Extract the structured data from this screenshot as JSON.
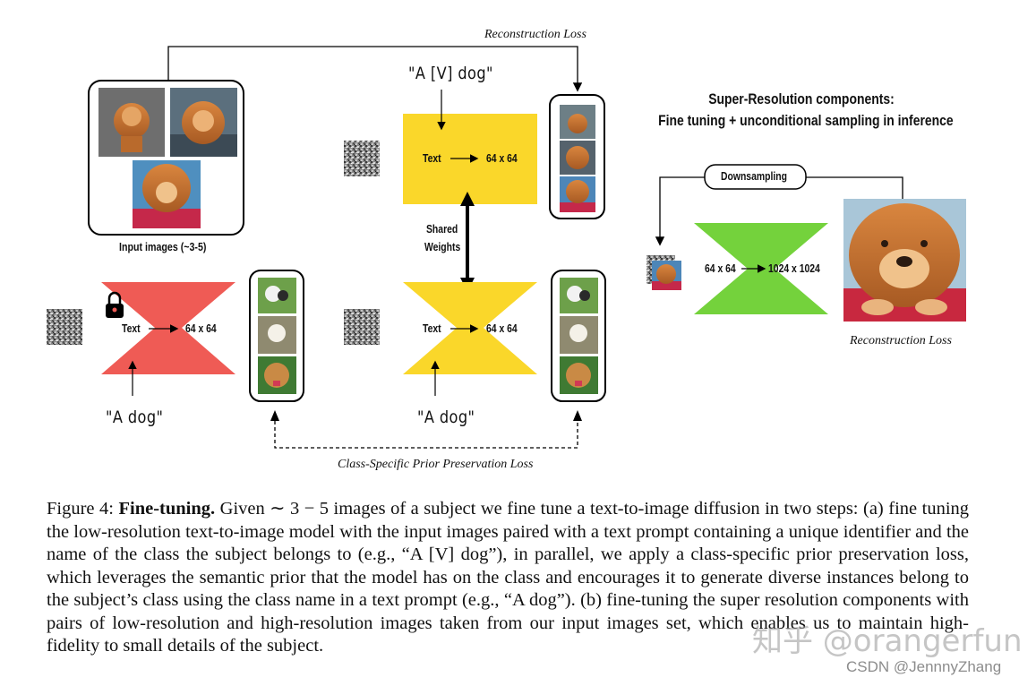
{
  "diagram": {
    "top_loss_label": "Reconstruction Loss",
    "input_images_label": "Input images (~3-5)",
    "prompt_av_dog": "\"A [V] dog\"",
    "prompt_a_dog_left": "\"A dog\"",
    "prompt_a_dog_right": "\"A dog\"",
    "text_label": "Text",
    "output_res_64": "64 x 64",
    "shared_weights_line1": "Shared",
    "shared_weights_line2": "Weights",
    "bottom_loss_label": "Class-Specific Prior Preservation Loss",
    "sr_title_line1": "Super-Resolution components:",
    "sr_title_line2": "Fine tuning + unconditional sampling in inference",
    "downsampling_label": "Downsampling",
    "sr_net_in": "64 x 64",
    "sr_net_out": "1024 x 1024",
    "sr_loss_label": "Reconstruction Loss",
    "colors": {
      "frozen_net": "#ef5b55",
      "finetune_net": "#fad72a",
      "sr_net": "#74d23c"
    }
  },
  "caption": {
    "figure_label": "Figure 4:",
    "title": "Fine-tuning.",
    "body": "Given ∼ 3 − 5 images of a subject we fine tune a text-to-image diffusion in two steps: (a) fine tuning the low-resolution text-to-image model with the input images paired with a text prompt containing a unique identifier and the name of the class the subject belongs to (e.g., “A [V] dog”), in parallel, we apply a class-specific prior preservation loss, which leverages the semantic prior that the model has on the class and encourages it to generate diverse instances belong to the subject’s class using the class name in a text prompt (e.g., “A dog”). (b) fine-tuning the super resolution components with pairs of low-resolution and high-resolution images taken from our input images set, which enables us to maintain high-fidelity to small details of the subject."
  },
  "watermark": {
    "zhihu": "知乎 @orangerfun",
    "csdn": "CSDN @JennnyZhang"
  }
}
